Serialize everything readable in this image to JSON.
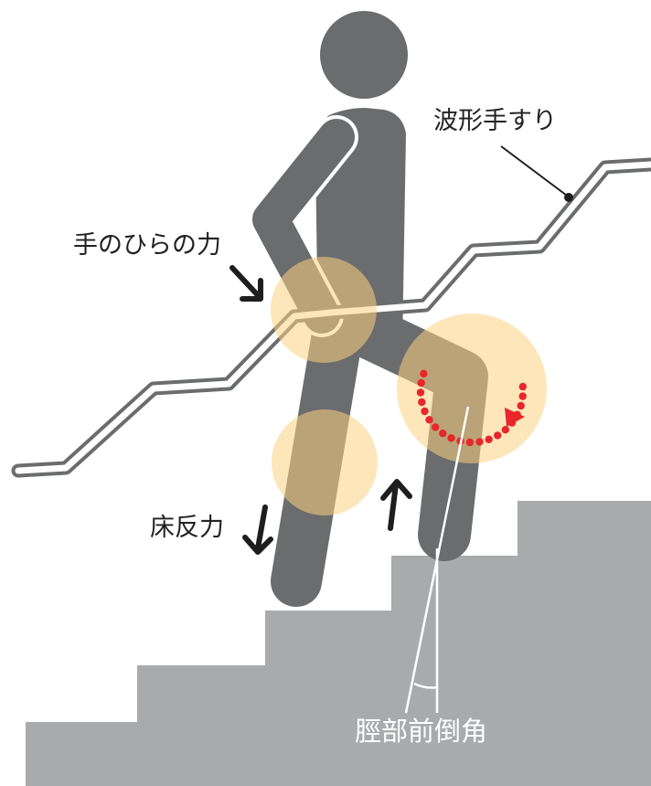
{
  "labels": {
    "handrail": "波形手すり",
    "palm_force": "手のひらの力",
    "floor_reaction": "床反力",
    "shank_angle": "脛部前倒角"
  },
  "colors": {
    "figure": "#6b6c6e",
    "stairs": "#a9aaac",
    "rail_outline": "#6b6c6e",
    "rail_fill": "#ffffff",
    "joint_highlight": "#fbd27f",
    "rotation_dots": "#e8262b",
    "arrow": "#1e1e1e",
    "label_text": "#222222"
  },
  "icons": {
    "palm_arrow": "arrow-down-right-icon",
    "floor_arrow": "arrow-down-right-icon",
    "lift_arrow": "arrow-up-icon",
    "rotation": "clockwise-dotted-arrow-icon"
  }
}
